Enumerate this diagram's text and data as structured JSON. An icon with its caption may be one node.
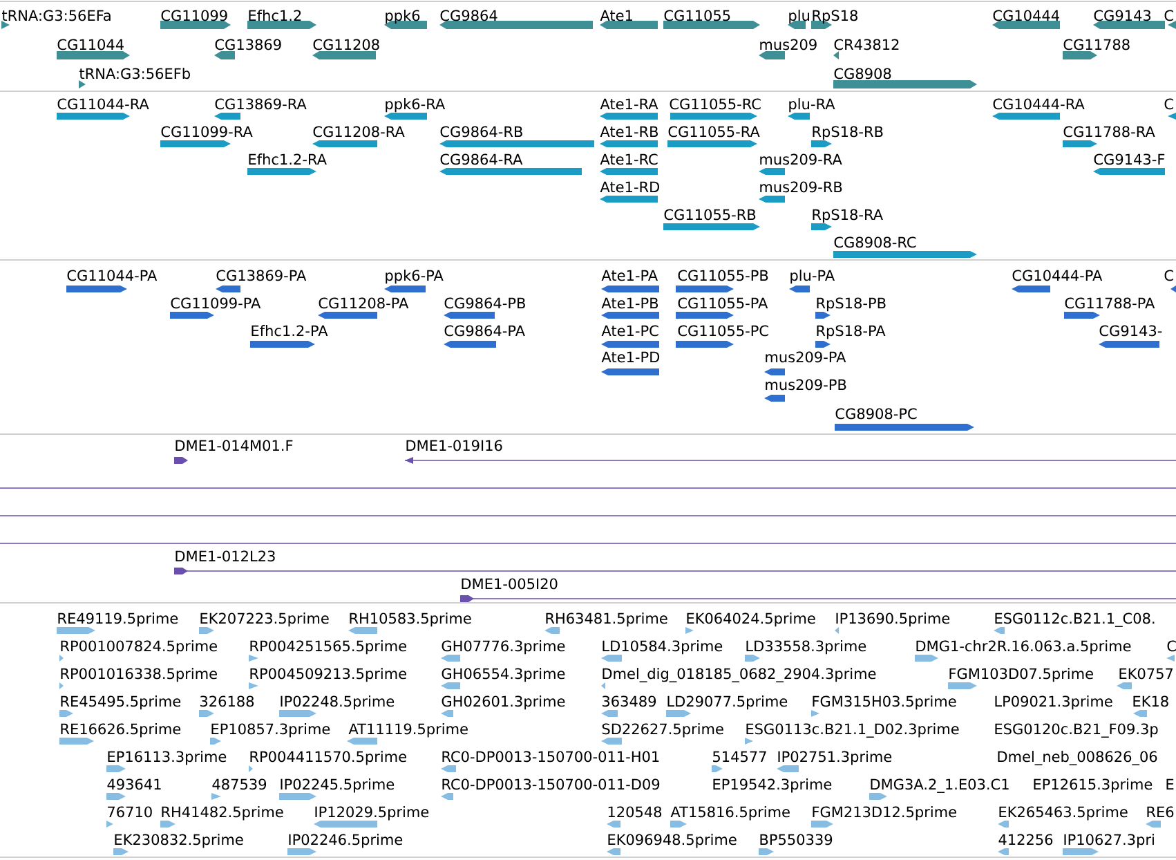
{
  "diagram": {
    "labels": [
      "tRNA:G3:56EFa",
      "CG11099",
      "Efhc1.2",
      "ppk6",
      "CG9864",
      "Ate1",
      "CG11055",
      "plu",
      "RpS18",
      "CG10444",
      "CG9143",
      "C",
      "CG11044",
      "CG13869",
      "CG11208",
      "mus209",
      "CR43812",
      "CG11788",
      "tRNA:G3:56EFb",
      "CG8908",
      "CG11044-RA",
      "CG13869-RA",
      "ppk6-RA",
      "Ate1-RA",
      "CG11055-RC",
      "plu-RA",
      "CG10444-RA",
      "C",
      "CG11099-RA",
      "CG11208-RA",
      "CG9864-RB",
      "Ate1-RB",
      "CG11055-RA",
      "RpS18-RB",
      "CG11788-RA",
      "Efhc1.2-RA",
      "CG9864-RA",
      "Ate1-RC",
      "mus209-RA",
      "CG9143-F",
      "Ate1-RD",
      "mus209-RB",
      "CG11055-RB",
      "RpS18-RA",
      "CG8908-RC",
      "CG11044-PA",
      "CG13869-PA",
      "ppk6-PA",
      "Ate1-PA",
      "CG11055-PB",
      "plu-PA",
      "CG10444-PA",
      "C",
      "CG11099-PA",
      "CG11208-PA",
      "CG9864-PB",
      "Ate1-PB",
      "CG11055-PA",
      "RpS18-PB",
      "CG11788-PA",
      "Efhc1.2-PA",
      "CG9864-PA",
      "Ate1-PC",
      "CG11055-PC",
      "RpS18-PA",
      "CG9143-",
      "Ate1-PD",
      "mus209-PA",
      "mus209-PB",
      "CG8908-PC",
      "DME1-014M01.F",
      "DME1-019I16",
      "DME1-012L23",
      "DME1-005I20",
      "RE49119.5prime",
      "EK207223.5prime",
      "RH10583.5prime",
      "RH63481.5prime",
      "EK064024.5prime",
      "IP13690.5prime",
      "ESG0112c.B21.1_C08.",
      "RP001007824.5prime",
      "RP004251565.5prime",
      "GH07776.3prime",
      "LD10584.3prime",
      "LD33558.3prime",
      "DMG1-chr2R.16.063.a.5prime",
      "C",
      "RP001016338.5prime",
      "RP004509213.5prime",
      "GH06554.3prime",
      "Dmel_dig_018185_0682_2904.3prime",
      "FGM103D07.5prime",
      "EK0757",
      "RE45495.5prime",
      "326188",
      "IP02248.5prime",
      "GH02601.3prime",
      "363489",
      "LD29077.5prime",
      "FGM315H03.5prime",
      "LP09021.3prime",
      "EK18",
      "RE16626.5prime",
      "EP10857.3prime",
      "AT11119.5prime",
      "SD22627.5prime",
      "ESG0113c.B21.1_D02.3prime",
      "ESG0120c.B21_F09.3p",
      "EP16113.3prime",
      "RP004411570.5prime",
      "RC0-DP0013-150700-011-H01",
      "514577",
      "IP02751.3prime",
      "Dmel_neb_008626_06",
      "493641",
      "487539",
      "IP02245.5prime",
      "RC0-DP0013-150700-011-D09",
      "EP19542.3prime",
      "DMG3A.2_1.E03.C1",
      "EP12615.3prime",
      "E",
      "76710",
      "RH41482.5prime",
      "IP12029.5prime",
      "120548",
      "AT15816.5prime",
      "FGM213D12.5prime",
      "EK265463.5prime",
      "RE6",
      "EK230832.5prime",
      "IP02246.5prime",
      "EK096948.5prime",
      "BP550339",
      "412256",
      "IP10627.3pri"
    ]
  }
}
